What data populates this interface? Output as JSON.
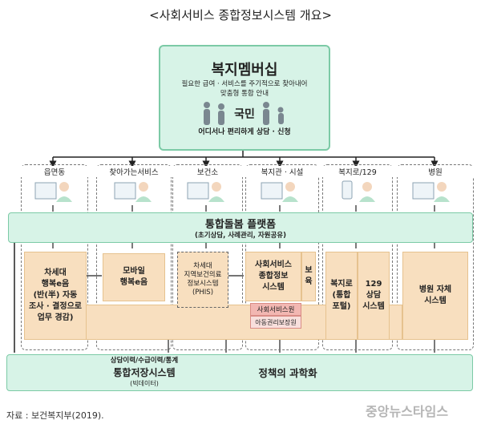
{
  "title": "<사회서비스 종합정보시스템 개요>",
  "membership": {
    "heading": "복지멤버십",
    "line1": "필요한 급여 · 서비스를 주기적으로 찾아내어",
    "line2": "맞춤형 통합 안내",
    "citizen": "국민",
    "bottom": "어디서나 편리하게 상담 · 신청"
  },
  "columns": [
    {
      "label": "읍면동"
    },
    {
      "label": "찾아가는서비스"
    },
    {
      "label": "보건소"
    },
    {
      "label": "복지관 · 시설"
    },
    {
      "label": "복지로/129"
    },
    {
      "label": "병원"
    }
  ],
  "platform": {
    "heading": "통합돌봄 플랫폼",
    "sub": "(초기상담, 사례관리, 자원공유)"
  },
  "systems": {
    "next_gen": "차세대 행복e음 (반(半)자동 조사 · 결정으로 업무 경감)",
    "next_gen_lines": [
      "차세대",
      "행복e음",
      "(반(半) 자동",
      "조사 · 결정으로",
      "업무 경감)"
    ],
    "mobile_lines": [
      "모바일",
      "행복e음"
    ],
    "phis_lines": [
      "차세대",
      "지역보건의료",
      "정보시스템",
      "(PHIS)"
    ],
    "ssis_lines": [
      "사회서비스",
      "종합정보",
      "시스템"
    ],
    "boyuk_lines": [
      "보",
      "육"
    ],
    "ssi_institute": "사회서비스원",
    "child_rights": "아동권리보장원",
    "bokjiro_lines": [
      "복지로",
      "(통합",
      "포털)"
    ],
    "c129_lines": [
      "129",
      "상담",
      "시스템"
    ],
    "hospital_lines": [
      "병원 자체",
      "시스템"
    ]
  },
  "storage": {
    "line1": "상담이력/수급이력/통계",
    "heading": "통합저장시스템",
    "sub": "(빅데이터)",
    "policy": "정책의 과학화"
  },
  "source": "자료 : 보건복지부(2019).",
  "watermark": "중앙뉴스타임스",
  "colors": {
    "green_fill": "#d7f3e7",
    "green_border": "#7ccaa6",
    "orange_fill": "#f8dfbf",
    "pink": "#f2b7b2",
    "arrow_green": "#2aa56f"
  }
}
